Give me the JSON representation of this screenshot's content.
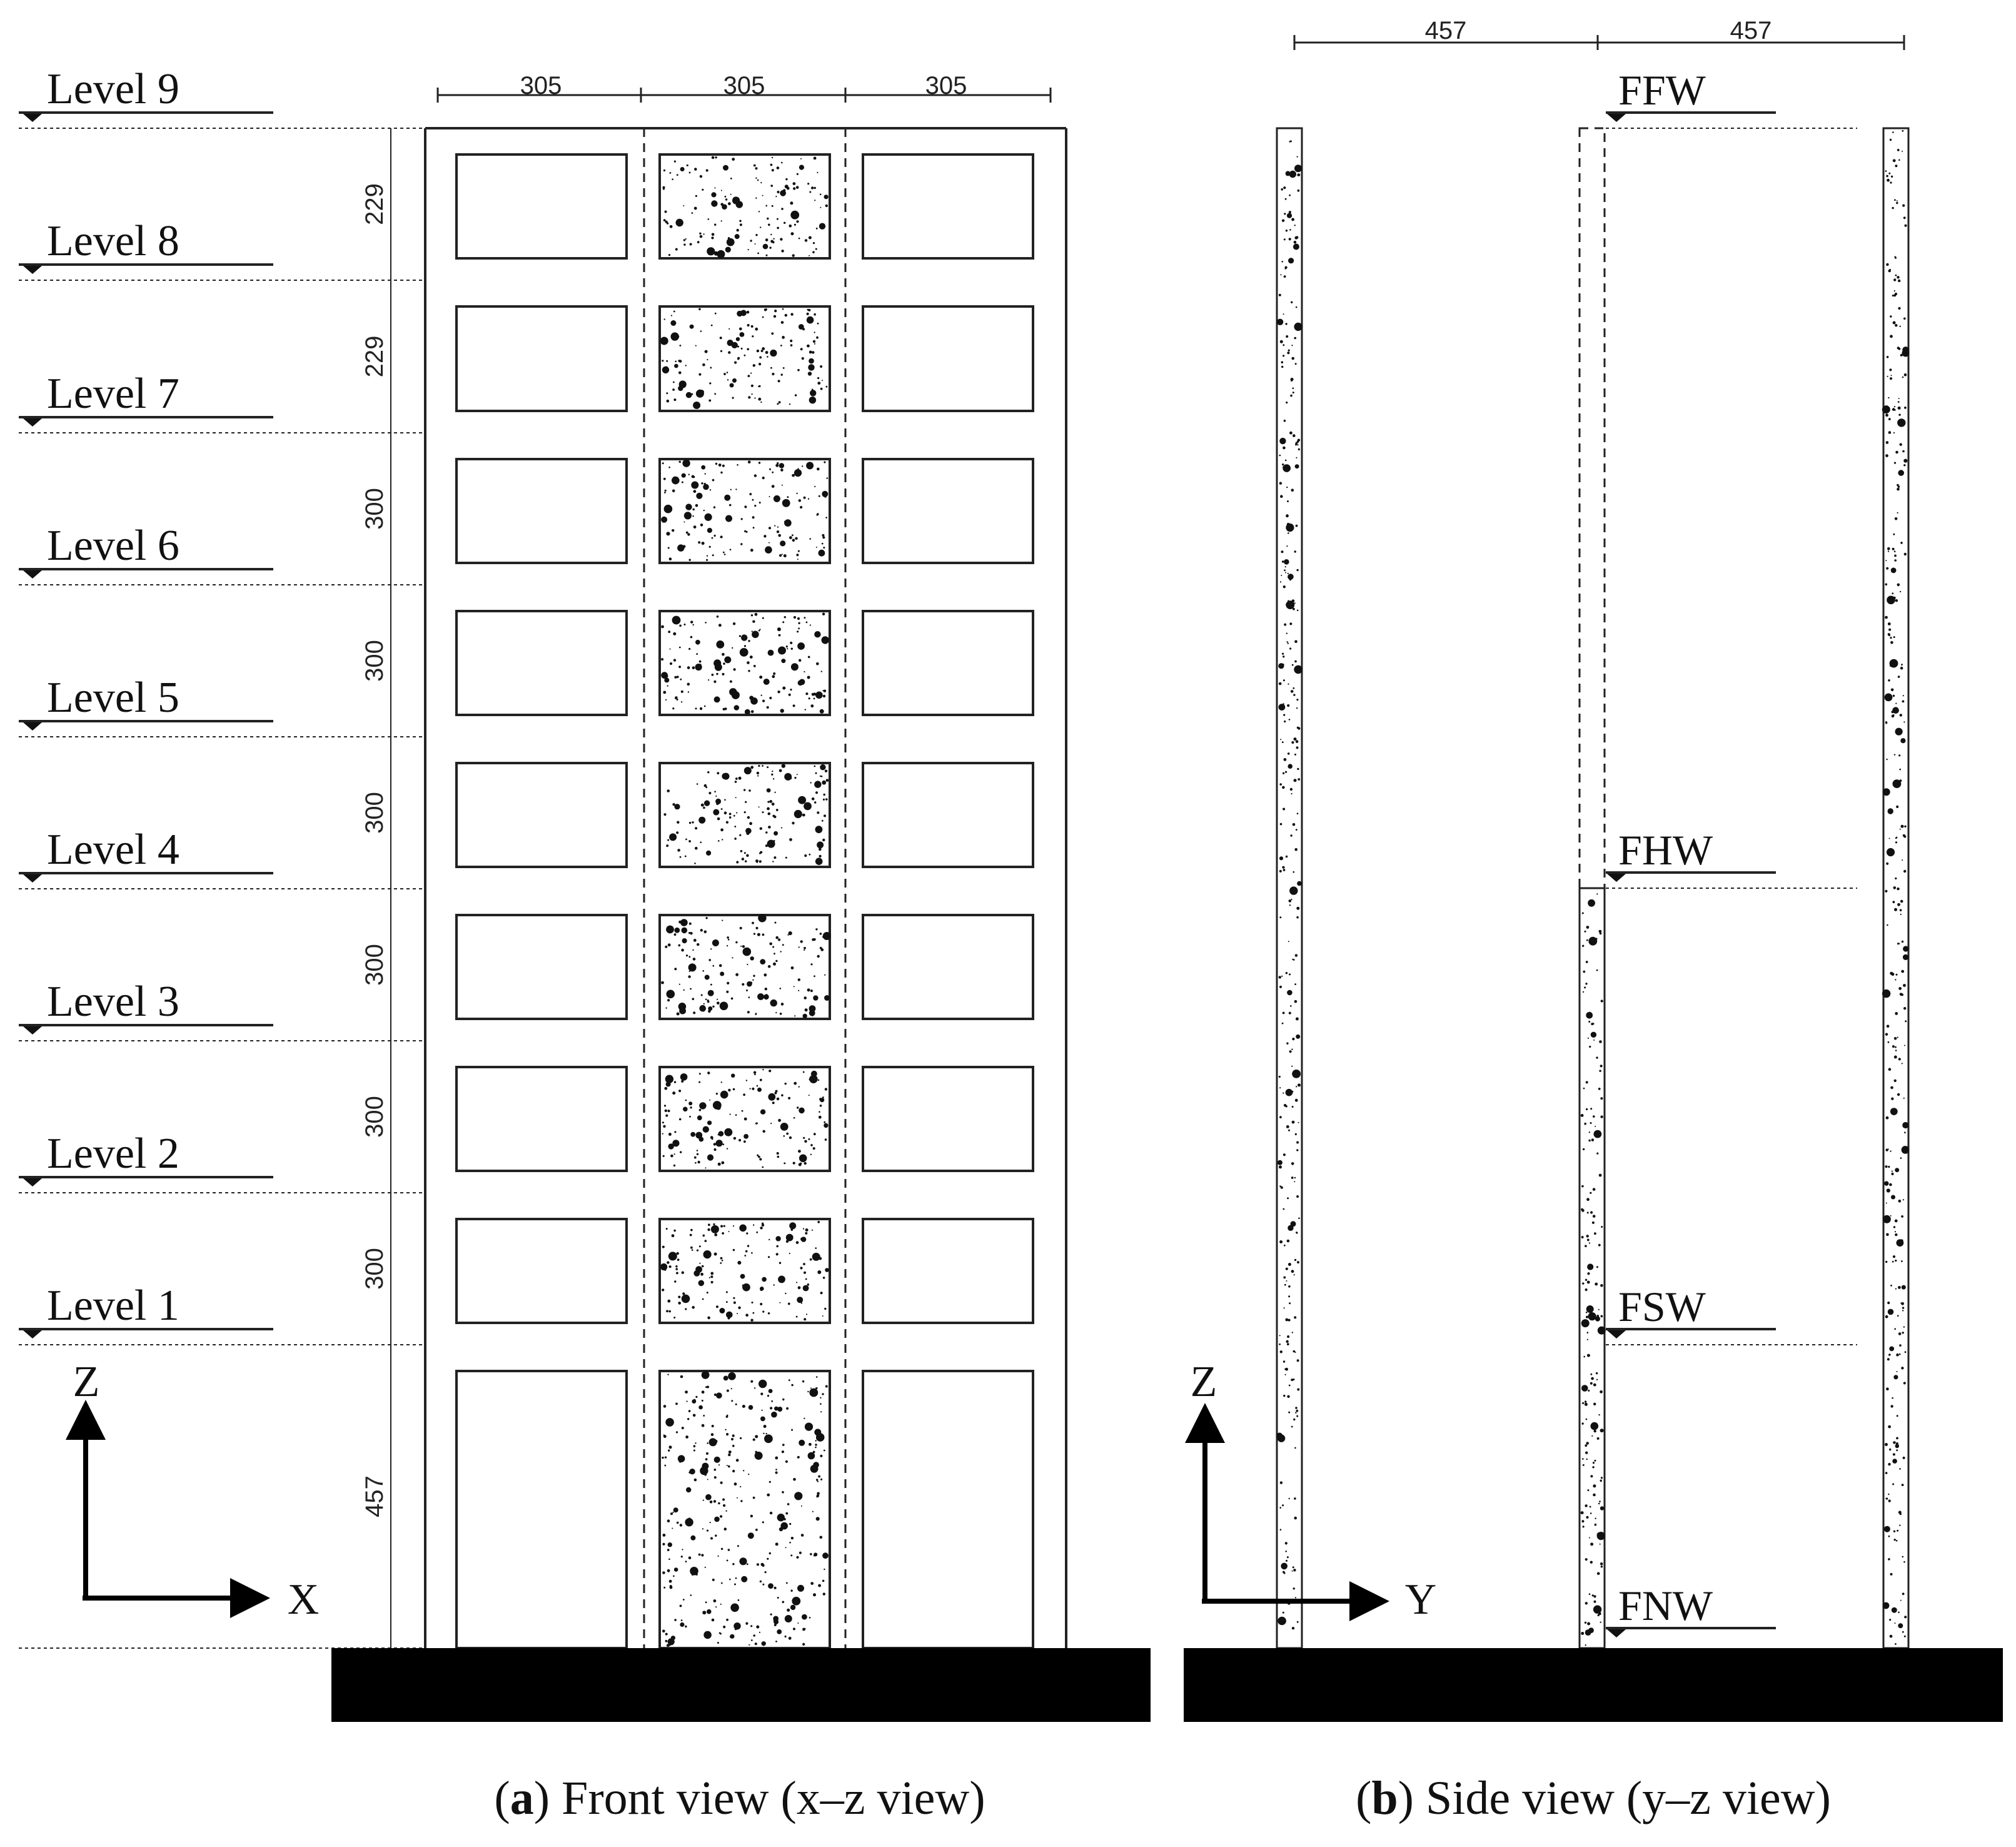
{
  "front_view": {
    "caption_letter": "a",
    "caption_text": "Front view (x–z view)",
    "top_dims": [
      "305",
      "305",
      "305"
    ],
    "levels": [
      "Level 9",
      "Level 8",
      "Level 7",
      "Level 6",
      "Level 5",
      "Level 4",
      "Level 3",
      "Level 2",
      "Level 1"
    ],
    "story_heights": [
      "229",
      "229",
      "300",
      "300",
      "300",
      "300",
      "300",
      "300",
      "457"
    ],
    "axis_vertical": "Z",
    "axis_horizontal": "X"
  },
  "side_view": {
    "caption_letter": "b",
    "caption_text": "Side view (y–z view)",
    "top_dims": [
      "457",
      "457"
    ],
    "markers": [
      "FFW",
      "FHW",
      "FSW",
      "FNW"
    ],
    "axis_vertical": "Z",
    "axis_horizontal": "Y"
  },
  "colors": {
    "line": "#222222",
    "fill": "#000000",
    "background": "#ffffff"
  }
}
